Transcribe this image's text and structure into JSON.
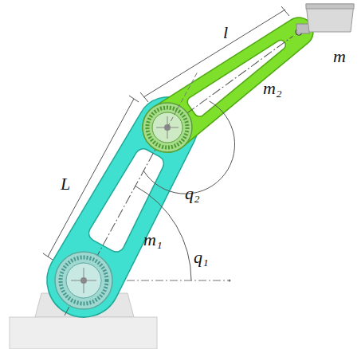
{
  "diagram": {
    "labels": [
      "l",
      "m",
      "m₂",
      "L",
      "q₂",
      "m₁",
      "q₁"
    ]
  }
}
